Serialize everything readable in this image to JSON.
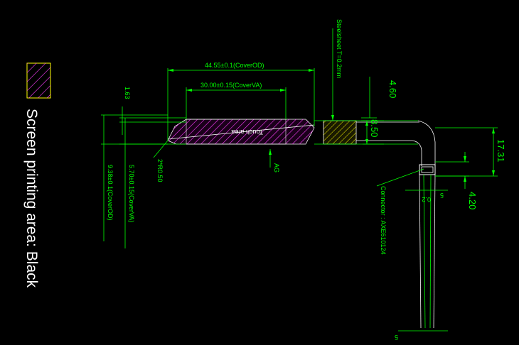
{
  "legend": {
    "label": "Screen printing area: Black",
    "swatch_fill": "#000000",
    "swatch_outline": "#ffff00",
    "swatch_hatch": "#ff40ff"
  },
  "dimensions": {
    "cover_od": "44.55±0.1(CoverOD)",
    "cover_va": "30.00±0.15(CoverVA)",
    "steelsheet": "Steelsheet T=0.2mm",
    "d_4_60": "4.60",
    "d_8_50": "8.50",
    "d_17_31": "17.31",
    "d_4_20": "4.20",
    "d_1_63": "1.63",
    "d_5_70": "5.70±0.15(CoverVA)",
    "d_9_38": "9.38±0.1(CoverOD)",
    "radius": "2*R0.50",
    "ag": "AG",
    "touch_area": "Touch area",
    "connector": "Connector : AXE610124",
    "d_0_2": "0.2",
    "d_5_small": "5",
    "d_5_bottom": "5"
  },
  "colors": {
    "background": "#000000",
    "dimension_green": "#00ff00",
    "touch_magenta": "#ff40ff",
    "outline_white": "#ffffff",
    "outline_yellow": "#ffff00",
    "steel_yellow": "#ffff00"
  }
}
